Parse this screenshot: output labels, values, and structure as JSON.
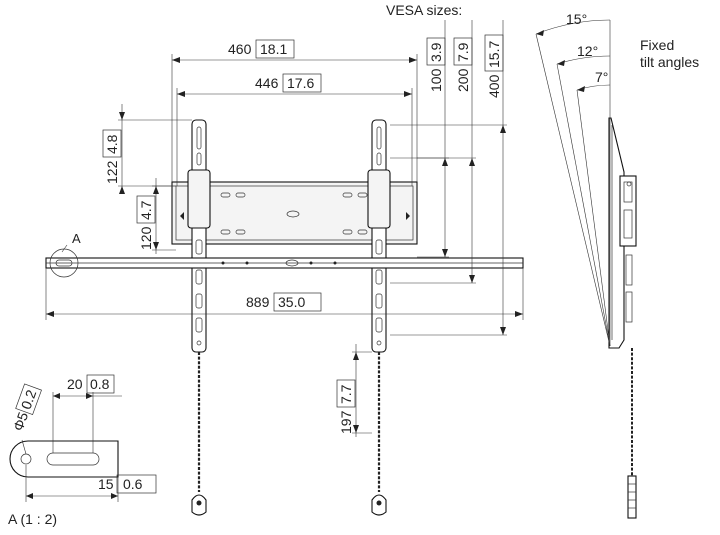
{
  "headings": {
    "vesa": "VESA sizes:",
    "fixed_tilt": [
      "Fixed",
      "tilt angles"
    ],
    "detail_marker": "A",
    "detail_caption": "A (1 : 2)"
  },
  "dimensions": {
    "width_460": {
      "value": "460",
      "inch": "18.1"
    },
    "width_446": {
      "value": "446",
      "inch": "17.6"
    },
    "vesa_100": {
      "value": "100",
      "inch": "3.9"
    },
    "vesa_200": {
      "value": "200",
      "inch": "7.9"
    },
    "vesa_400": {
      "value": "400",
      "inch": "15.7"
    },
    "height_122": {
      "value": "122",
      "inch": "4.8"
    },
    "height_120": {
      "value": "120",
      "inch": "4.7"
    },
    "width_889": {
      "value": "889",
      "inch": "35.0"
    },
    "height_197": {
      "value": "197",
      "inch": "7.7"
    },
    "slot_20": {
      "value": "20",
      "inch": "0.8"
    },
    "slot_15": {
      "value": "15",
      "inch": "0.6"
    },
    "hole_dia": {
      "symbol": "Φ",
      "value": "5",
      "inch": "0.2"
    }
  },
  "tilt_angles": [
    "15°",
    "12°",
    "7°"
  ]
}
